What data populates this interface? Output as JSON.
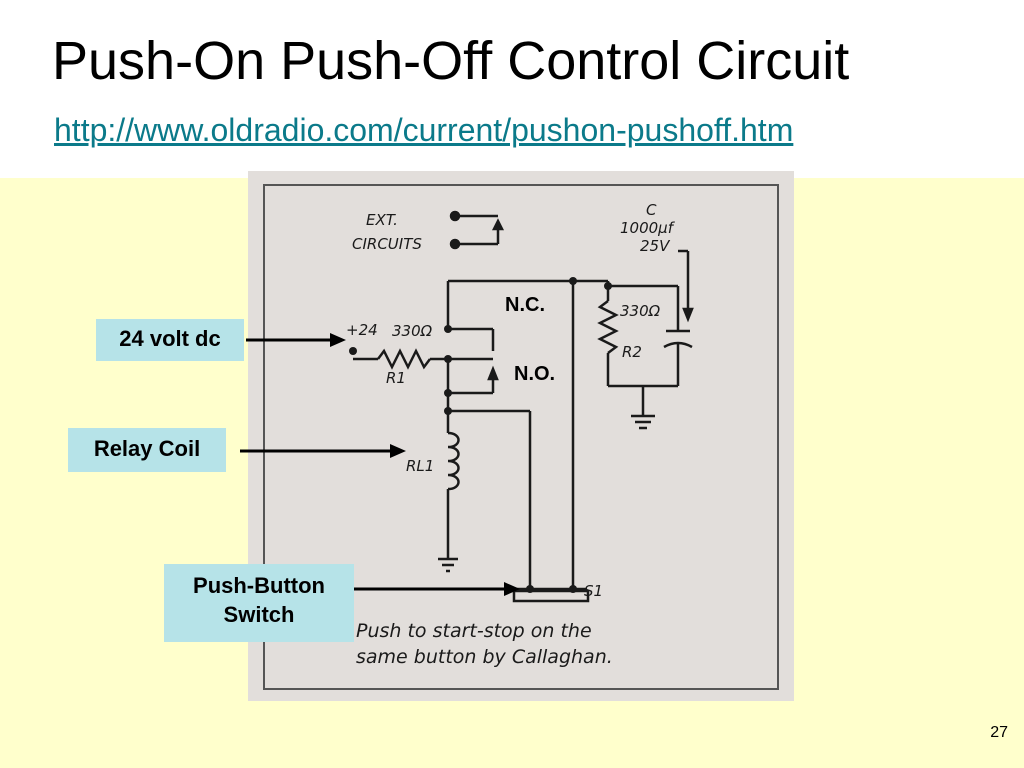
{
  "slide": {
    "title": "Push-On Push-Off Control Circuit",
    "link": "http://www.oldradio.com/current/pushon-pushoff.htm",
    "page_number": "27"
  },
  "callouts": {
    "supply": "24 volt dc",
    "relay": "Relay Coil",
    "switch_line1": "Push-Button",
    "switch_line2": "Switch"
  },
  "contacts": {
    "normally_closed": "N.C.",
    "normally_open": "N.O."
  },
  "schematic": {
    "ext_label_1": "EXT.",
    "ext_label_2": "CIRCUITS",
    "cap_name": "C",
    "cap_value": "1000µf",
    "cap_voltage": "25V",
    "supply_label": "+24",
    "r1_value": "330Ω",
    "r1_name": "R1",
    "r2_value": "330Ω",
    "r2_name": "R2",
    "relay_name": "RL1",
    "switch_name": "S1",
    "caption_line1": "Push to start-stop on the",
    "caption_line2": "same button by Callaghan."
  },
  "colors": {
    "band": "#ffffcc",
    "callout": "#b6e3e8",
    "link": "#0b7a8a",
    "scan_paper": "#e2dedb"
  }
}
